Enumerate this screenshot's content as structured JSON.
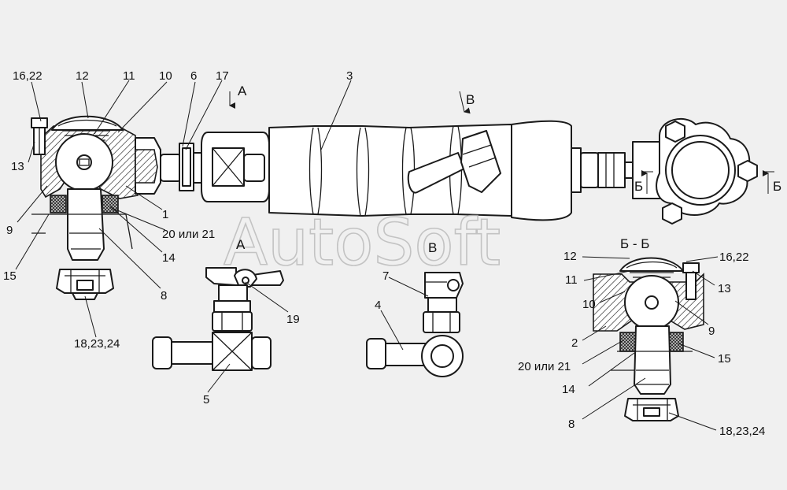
{
  "watermark": "AutoSoft",
  "section_labels": {
    "view_a": "А",
    "view_v": "В",
    "section_bb": "Б - Б",
    "cut_left": "Б",
    "cut_right": "Б"
  },
  "callouts": {
    "c_16_22_top": "16,22",
    "c_12_top": "12",
    "c_11_top": "11",
    "c_10_top": "10",
    "c_6": "6",
    "c_17": "17",
    "c_3": "3",
    "c_13_left": "13",
    "c_9_left": "9",
    "c_1": "1",
    "c_20_21_left": "20 или 21",
    "c_14_left": "14",
    "c_15_left": "15",
    "c_8_left": "8",
    "c_18_left": "18,23,24",
    "c_19": "19",
    "c_5": "5",
    "c_7": "7",
    "c_4": "4",
    "c_12_right": "12",
    "c_16_22_right": "16,22",
    "c_11_right": "11",
    "c_13_right": "13",
    "c_10_right": "10",
    "c_9_right": "9",
    "c_2": "2",
    "c_15_right": "15",
    "c_20_21_right": "20 или 21",
    "c_14_right": "14",
    "c_8_right": "8",
    "c_18_right": "18,23,24"
  },
  "colors": {
    "background": "#f0f0f0",
    "line": "#1a1a1a",
    "watermark": "#b8b8b8"
  }
}
